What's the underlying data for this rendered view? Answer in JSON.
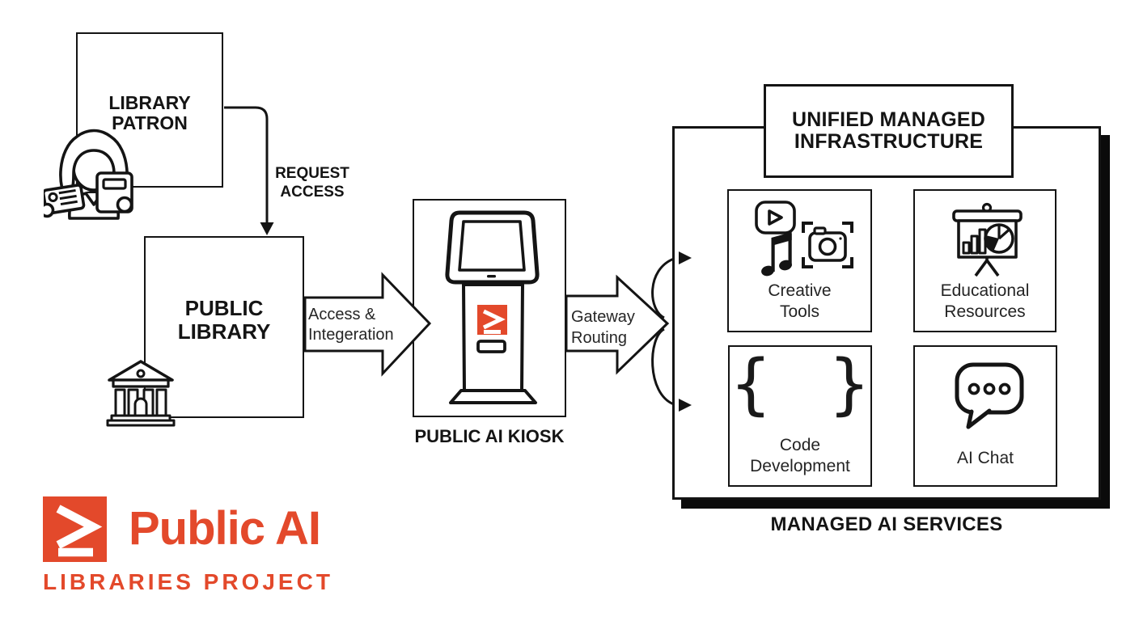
{
  "colors": {
    "accent": "#E3492B",
    "ink": "#141414",
    "label_text": "#262626",
    "shadow": "#0B0B0B"
  },
  "patron_box": {
    "line1": "LIBRARY",
    "line2": "PATRON"
  },
  "request_access_label": {
    "line1": "REQUEST",
    "line2": "ACCESS"
  },
  "public_library_box": {
    "line1": "PUBLIC",
    "line2": "LIBRARY"
  },
  "access_arrow": {
    "line1": "Access &",
    "line2": "Integeration"
  },
  "kiosk": {
    "caption": "PUBLIC AI KIOSK",
    "logo_glyph": "≥"
  },
  "gateway_arrow": {
    "line1": "Gateway",
    "line2": "Routing"
  },
  "infrastructure_box": {
    "line1": "UNIFIED MANAGED",
    "line2": "INFRASTRUCTURE"
  },
  "services": {
    "creative": {
      "line1": "Creative",
      "line2": "Tools",
      "icons": [
        "play-icon",
        "music-note-icon",
        "camera-icon"
      ]
    },
    "educational": {
      "line1": "Educational",
      "line2": "Resources",
      "icons": [
        "presentation-chart-icon"
      ]
    },
    "code": {
      "line1": "Code",
      "line2": "Development",
      "brace_open": "{",
      "brace_close": "}"
    },
    "chat": {
      "line1": "AI Chat",
      "icons": [
        "chat-bubble-icon"
      ]
    }
  },
  "managed_caption": "MANAGED AI SERVICES",
  "logo": {
    "glyph": "≥",
    "title": "Public AI",
    "subtitle": "LIBRARIES PROJECT"
  }
}
